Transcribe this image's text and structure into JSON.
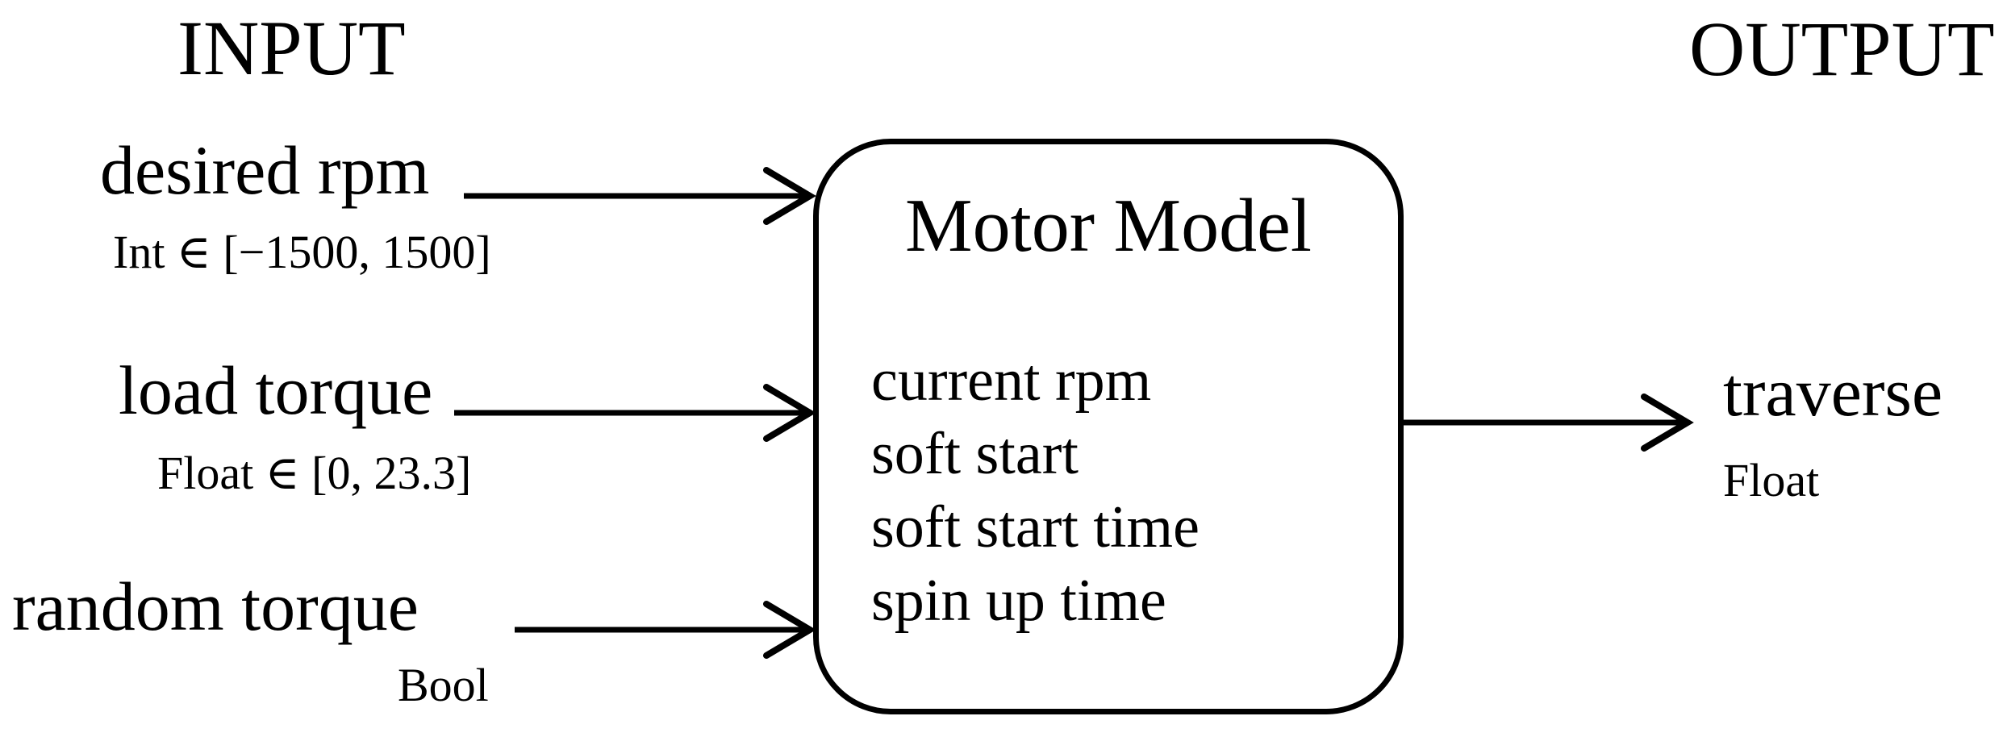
{
  "headings": {
    "input": "INPUT",
    "output": "OUTPUT"
  },
  "inputs": [
    {
      "label": "desired rpm",
      "type": "Int ∈ [−1500, 1500]"
    },
    {
      "label": "load torque",
      "type": "Float ∈ [0, 23.3]"
    },
    {
      "label": "random torque",
      "type": "Bool"
    }
  ],
  "block": {
    "title": "Motor Model",
    "parameters": [
      "current rpm",
      "soft start",
      "soft start time",
      "spin up time"
    ]
  },
  "outputs": [
    {
      "label": "traverse",
      "type": "Float"
    }
  ],
  "colors": {
    "ink": "#000000",
    "background": "#ffffff"
  }
}
